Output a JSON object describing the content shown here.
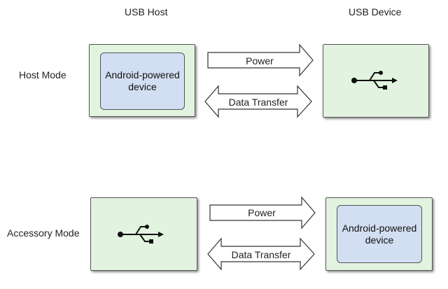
{
  "columns": {
    "host": "USB Host",
    "device": "USB Device"
  },
  "rows": [
    {
      "mode": "Host Mode",
      "host_box_text": "Android-powered\ndevice",
      "device_box_icon": "usb-icon",
      "power_label": "Power",
      "data_label": "Data Transfer"
    },
    {
      "mode": "Accessory Mode",
      "host_box_icon": "usb-icon",
      "device_box_text": "Android-powered\ndevice",
      "power_label": "Power",
      "data_label": "Data Transfer"
    }
  ],
  "colors": {
    "box_fill": "#e2f3df",
    "inner_fill": "#d2def2",
    "stroke": "#555555"
  }
}
